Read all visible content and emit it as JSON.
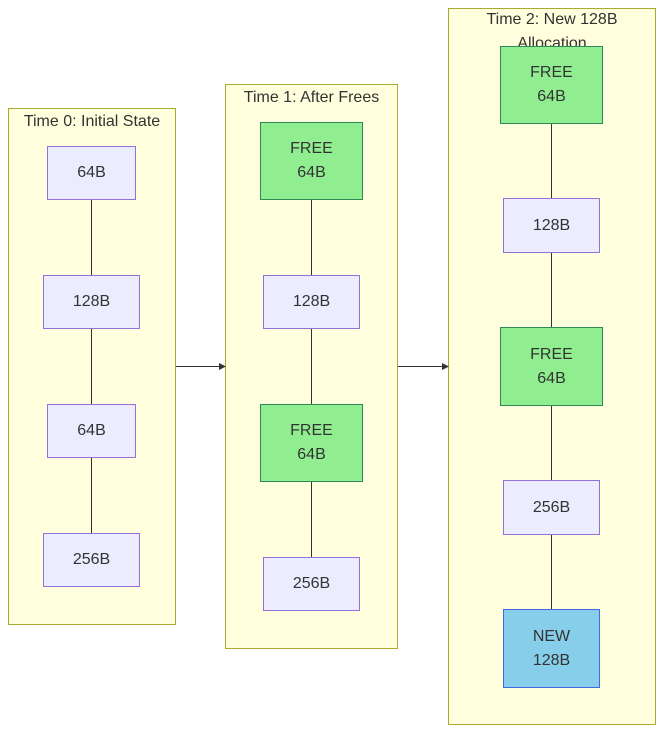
{
  "clusters": [
    {
      "title": "Time 0: Initial State",
      "nodes": [
        {
          "lines": [
            "64B"
          ],
          "kind": "normal"
        },
        {
          "lines": [
            "128B"
          ],
          "kind": "normal"
        },
        {
          "lines": [
            "64B"
          ],
          "kind": "normal"
        },
        {
          "lines": [
            "256B"
          ],
          "kind": "normal"
        }
      ]
    },
    {
      "title": "Time 1: After Frees",
      "nodes": [
        {
          "lines": [
            "FREE",
            "64B"
          ],
          "kind": "free"
        },
        {
          "lines": [
            "128B"
          ],
          "kind": "normal"
        },
        {
          "lines": [
            "FREE",
            "64B"
          ],
          "kind": "free"
        },
        {
          "lines": [
            "256B"
          ],
          "kind": "normal"
        }
      ]
    },
    {
      "title_lines": [
        "Time 2: New 128B",
        "Allocation"
      ],
      "nodes": [
        {
          "lines": [
            "FREE",
            "64B"
          ],
          "kind": "free"
        },
        {
          "lines": [
            "128B"
          ],
          "kind": "normal"
        },
        {
          "lines": [
            "FREE",
            "64B"
          ],
          "kind": "free"
        },
        {
          "lines": [
            "256B"
          ],
          "kind": "normal"
        },
        {
          "lines": [
            "NEW",
            "128B"
          ],
          "kind": "new"
        }
      ]
    }
  ],
  "colors": {
    "cluster_fill": "#ffffde",
    "cluster_border": "#aaaa33",
    "node_fill": "#ececff",
    "node_border": "#9370db",
    "free_fill": "#90ee90",
    "new_fill": "#87ceeb",
    "edge": "#333333"
  }
}
